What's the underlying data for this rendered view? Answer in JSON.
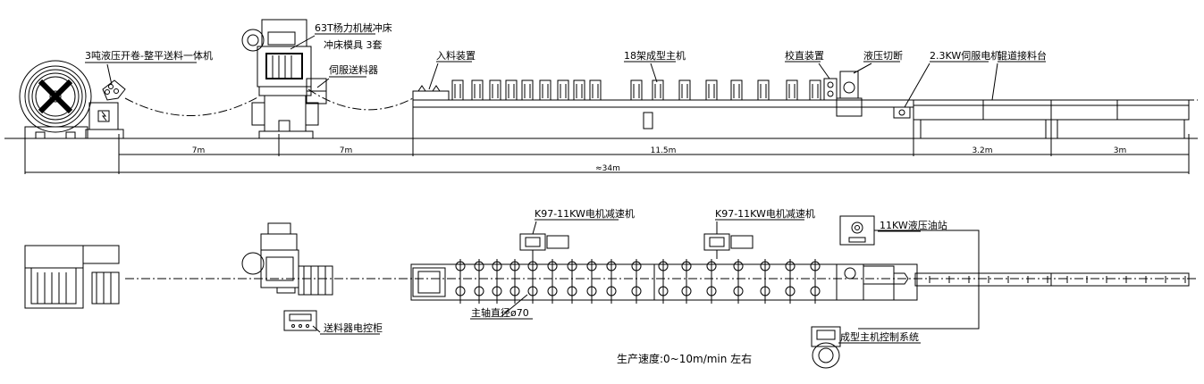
{
  "side_view": {
    "labels": {
      "decoiler": "3吨液压开卷-整平送料一体机",
      "press_tonnage": "63T杨力机械冲床",
      "press_die": "冲床模具 3套",
      "servo_feeder": "伺服送料器",
      "feeding_device": "入料装置",
      "forming_machine": "18架成型主机",
      "straightener": "校直装置",
      "hydraulic_cut": "液压切断",
      "servo_motor": "2.3KW伺服电机",
      "runout_table": "辊道接料台"
    },
    "dimensions": {
      "d1": "7m",
      "d2": "7m",
      "d3": "11.5m",
      "d4": "3.2m",
      "d5": "3m",
      "total": "≈34m"
    }
  },
  "top_view": {
    "labels": {
      "reducer_1": "K97-11KW电机减速机",
      "reducer_2": "K97-11KW电机减速机",
      "hydraulic_station": "11KW液压油站",
      "feeder_cabinet": "送料器电控柜",
      "shaft_diameter": "主轴直径ø70",
      "control_system": "成型主机控制系统",
      "speed": "生产速度:0~10m/min 左右"
    }
  }
}
